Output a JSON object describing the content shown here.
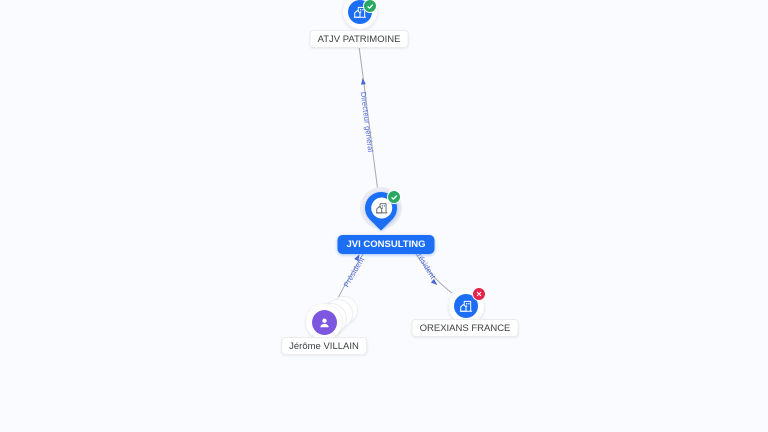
{
  "colors": {
    "background": "#fafbfe",
    "company_blue": "#1c6ef5",
    "focus_label_bg": "#1c6ef5",
    "person_purple": "#7d57e0",
    "badge_green": "#29a863",
    "badge_red": "#e5244c",
    "edge_line": "#a6aab1",
    "edge_label": "#4a66d8",
    "node_label_text": "#3c4043"
  },
  "nodes": [
    {
      "id": "atjv-patrimoine",
      "label": "ATJV PATRIMOINE",
      "type": "company",
      "status_icon": "check"
    },
    {
      "id": "jvi-consulting",
      "label": "JVI CONSULTING",
      "type": "company",
      "status_icon": "check",
      "focused": true
    },
    {
      "id": "jerome-villain",
      "label": "Jérôme VILLAIN",
      "type": "person",
      "stacked": true
    },
    {
      "id": "orexians-france",
      "label": "OREXIANS FRANCE",
      "type": "company",
      "status_icon": "cross"
    }
  ],
  "edges": [
    {
      "label": "Directeur général",
      "source": "jvi-consulting",
      "target": "atjv-patrimoine"
    },
    {
      "label": "Président",
      "source": "jerome-villain",
      "target": "jvi-consulting"
    },
    {
      "label": "Président",
      "source": "jvi-consulting",
      "target": "orexians-france"
    }
  ]
}
